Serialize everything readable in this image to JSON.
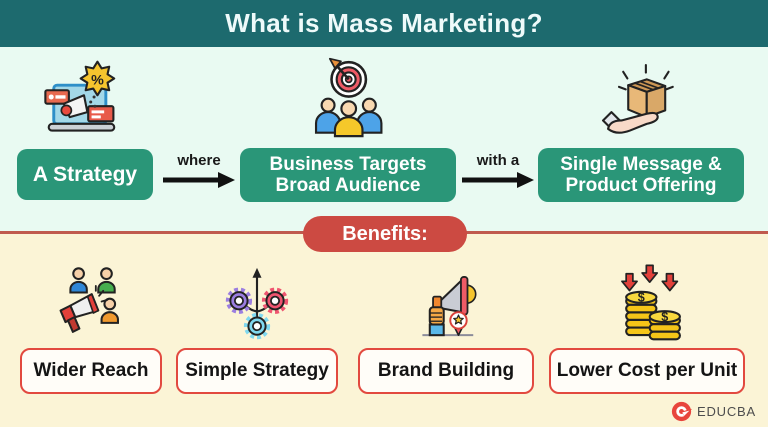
{
  "header": {
    "title": "What is Mass Marketing?"
  },
  "flow": {
    "steps": [
      {
        "label": "A Strategy",
        "icon": "laptop-megaphone-discount-icon"
      },
      {
        "label": "Business Targets Broad Audience",
        "icon": "target-audience-icon"
      },
      {
        "label": "Single Message & Product Offering",
        "icon": "hand-offering-box-icon"
      }
    ],
    "connectors": [
      {
        "label": "where"
      },
      {
        "label": "with a"
      }
    ]
  },
  "benefits": {
    "heading": "Benefits:",
    "items": [
      {
        "label": "Wider Reach",
        "icon": "megaphone-audience-icon"
      },
      {
        "label": "Simple Strategy",
        "icon": "gears-arrow-icon"
      },
      {
        "label": "Brand Building",
        "icon": "megaphone-award-icon"
      },
      {
        "label": "Lower Cost per Unit",
        "icon": "coins-cost-down-icon"
      }
    ]
  },
  "footer": {
    "brand": "EDUCBA"
  },
  "colors": {
    "header_bg": "#1d6a6e",
    "top_section_bg": "#e9faf2",
    "bottom_section_bg": "#fbf4d6",
    "step_box_bg": "#2a9678",
    "benefits_pill_bg": "#cc4a42",
    "benefit_box_border": "#e2493f",
    "divider": "#c05a4e",
    "text_on_green": "#ffffff"
  }
}
